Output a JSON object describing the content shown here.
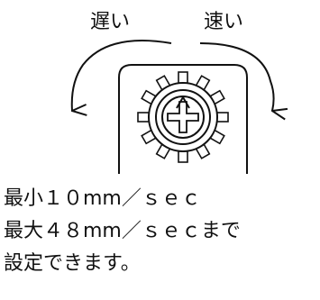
{
  "labels": {
    "slow": "遅い",
    "fast": "速い"
  },
  "notes": [
    "最小１０mm／ｓｅｃ",
    "最大４８mm／ｓｅｃまで",
    "設定できます。"
  ],
  "colors": {
    "ink": "#111111",
    "background": "#ffffff"
  },
  "icons": {
    "dial": "adjustment-dial-icon",
    "left_arrow": "counterclockwise-arrow-icon",
    "right_arrow": "clockwise-arrow-icon"
  }
}
